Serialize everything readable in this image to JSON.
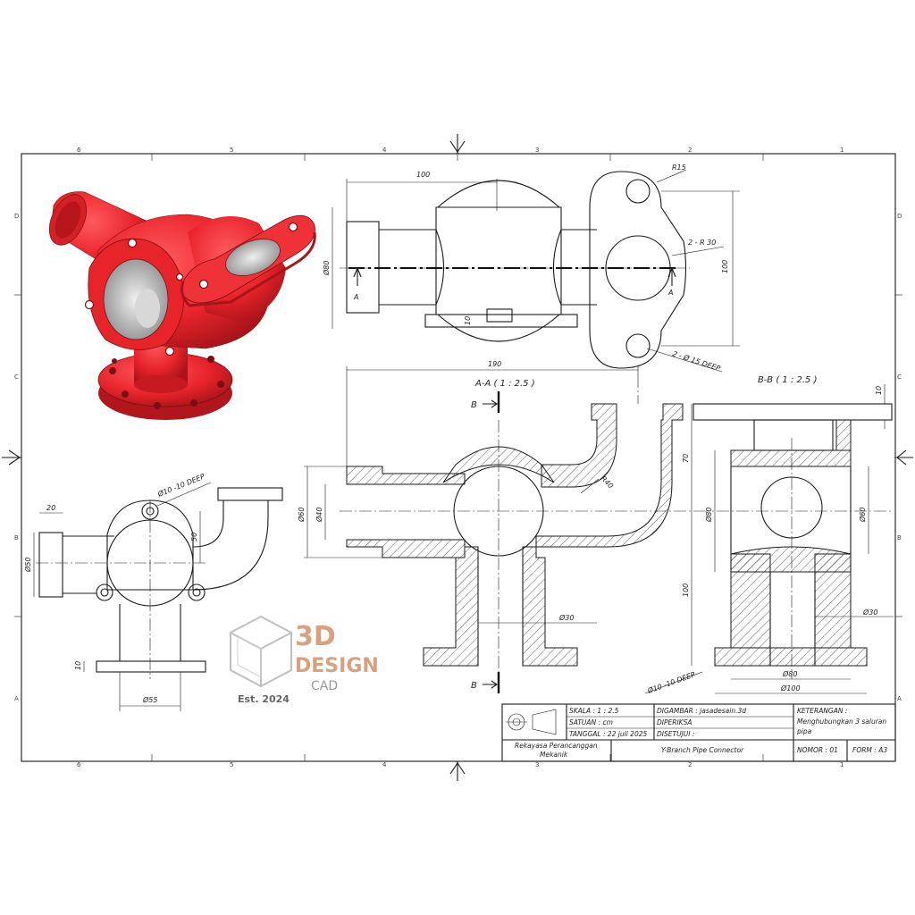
{
  "colors": {
    "part": "#e8242b",
    "line": "#1a1a1a",
    "logo": "#d9a07f",
    "hatch": "#1a1a1a"
  },
  "frame": {
    "zone_columns": [
      "6",
      "5",
      "4",
      "3",
      "2",
      "1"
    ],
    "zone_rows": [
      "D",
      "C",
      "B",
      "A"
    ]
  },
  "top_view": {
    "dims": {
      "length": "100",
      "dia_left": "Ø80",
      "height": "100",
      "radius": "R15",
      "radius2": "2 - R 30",
      "holes": "2 - Ø 15 DEEP",
      "small": "10"
    },
    "section_label": "A"
  },
  "section_aa": {
    "title": "A-A ( 1 : 2.5 )",
    "cut_label": "B",
    "dims": {
      "overall": "190",
      "d60": "Ø60",
      "d40": "Ø40",
      "r40": "R40",
      "h70": "70",
      "h100": "100",
      "d30": "Ø30",
      "holes": "Ø10 -10 DEEP"
    }
  },
  "section_bb": {
    "title": "B-B ( 1 : 2.5 )",
    "dims": {
      "t10": "10",
      "d80": "Ø80",
      "d60": "Ø60",
      "d30": "Ø30",
      "d80b": "Ø80",
      "d100": "Ø100"
    }
  },
  "side_view": {
    "dims": {
      "w20": "20",
      "d50": "Ø50",
      "h50": "50",
      "holes": "Ø10 -10 DEEP",
      "t10": "10",
      "d55": "Ø55"
    }
  },
  "logo": {
    "line1": "3D",
    "line2": "DESIGN",
    "line3": "CAD",
    "est": "Est. 2024"
  },
  "title_block": {
    "skala": "SKALA : 1 : 2.5",
    "satuan": "SATUAN : cm",
    "tanggal": "TANGGAL : 22 juli 2025",
    "digambar": "DIGAMBAR : jasadesain.3d",
    "diperiksa": "DIPERIKSA",
    "disetujui": "DISETUJUI :",
    "keterangan_label": "KETERANGAN :",
    "keterangan_text1": "Menghubungkan 3 saluran",
    "keterangan_text2": "pipa",
    "company1": "Rekayasa Perancanggan",
    "company2": "Mekanik",
    "part_name": "Y-Branch Pipe Connector",
    "nomor": "NOMOR : 01",
    "form": "FORM : A3"
  }
}
